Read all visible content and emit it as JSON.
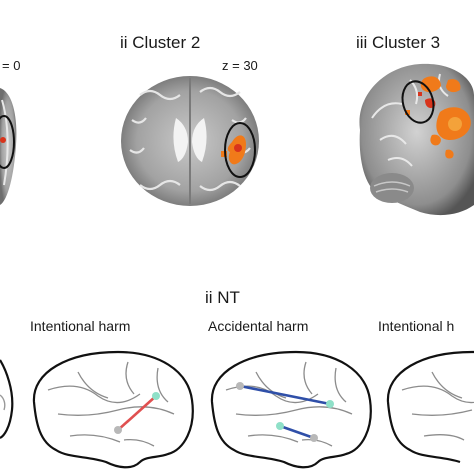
{
  "top": {
    "left_slice": {
      "z_label": "= 0"
    },
    "cluster2": {
      "title": "ii Cluster 2",
      "z_label": "z = 30"
    },
    "cluster3": {
      "title": "iii Cluster 3"
    }
  },
  "bottom": {
    "section_title": "ii NT",
    "panels": [
      {
        "title": "Intentional harm",
        "connection_color": "#e05050"
      },
      {
        "title": "Accidental harm",
        "connection_color": "#2f4fa8"
      },
      {
        "title": "Intentional h"
      }
    ]
  },
  "colors": {
    "activation_orange": "#f07a1a",
    "activation_red": "#d8341c",
    "node_teal": "#8fe0c8",
    "outline": "#111111",
    "brain_gray": "#9a9a9a"
  }
}
